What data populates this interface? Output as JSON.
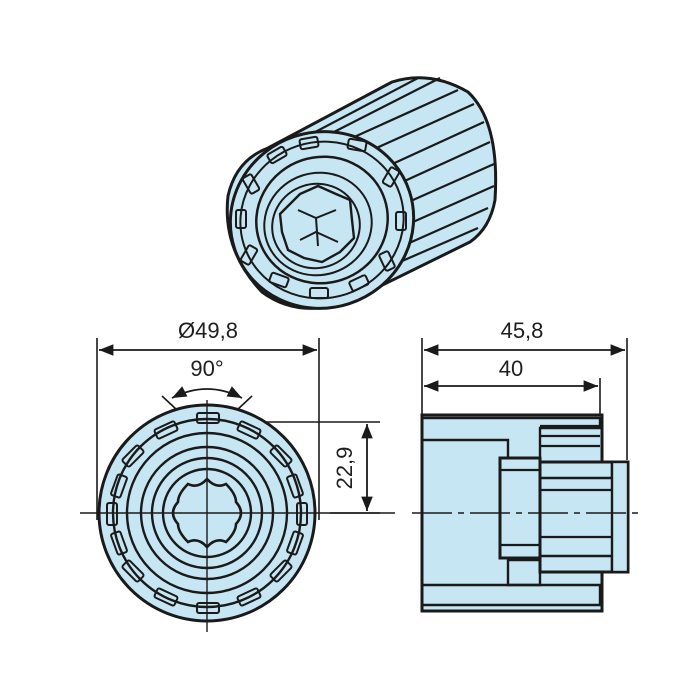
{
  "drawing": {
    "subject": "roller tube adapter",
    "colors": {
      "part_fill": "#c7e6f3",
      "line": "#1a1a1a",
      "background": "#ffffff"
    },
    "views": {
      "isometric": {
        "label": ""
      },
      "front": {
        "dimensions": {
          "diameter": "Ø49,8",
          "angle": "90°",
          "offset": "22,9"
        }
      },
      "side": {
        "dimensions": {
          "overall_length": "45,8",
          "body_length": "40"
        }
      }
    }
  }
}
